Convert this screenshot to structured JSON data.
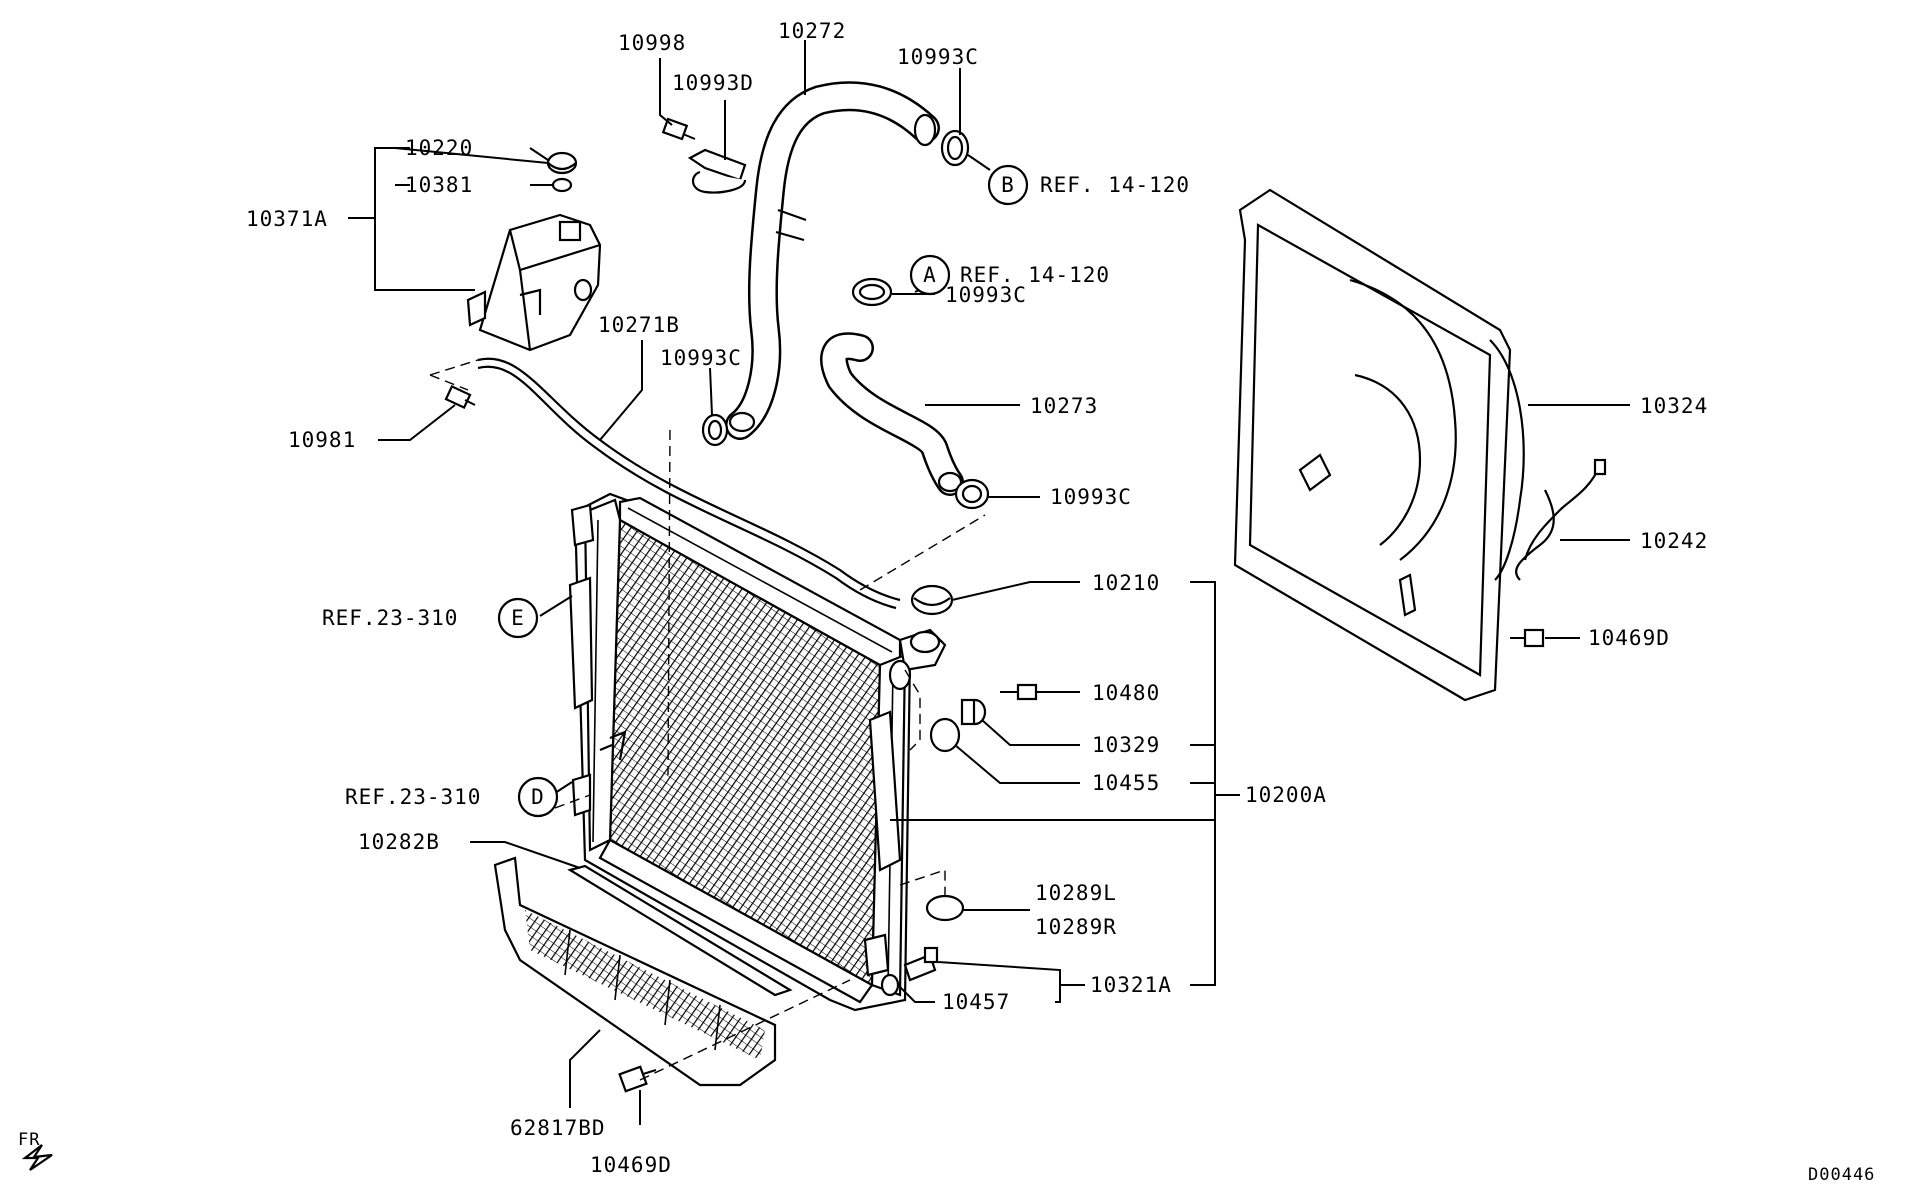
{
  "diagram": {
    "drawing_code": "D00446",
    "direction_label": "FR",
    "callouts": [
      {
        "id": "c1",
        "text": "10998"
      },
      {
        "id": "c2",
        "text": "10993D"
      },
      {
        "id": "c3",
        "text": "10272"
      },
      {
        "id": "c4",
        "text": "10993C"
      },
      {
        "id": "c5",
        "text": "10220"
      },
      {
        "id": "c6",
        "text": "10381"
      },
      {
        "id": "c7",
        "text": "10371A"
      },
      {
        "id": "c8",
        "text": "10271B"
      },
      {
        "id": "c9",
        "text": "10993C"
      },
      {
        "id": "c10",
        "text": "10981"
      },
      {
        "id": "c11",
        "text": "10993C"
      },
      {
        "id": "c12",
        "text": "10273"
      },
      {
        "id": "c13",
        "text": "10993C"
      },
      {
        "id": "c14",
        "text": "10324"
      },
      {
        "id": "c15",
        "text": "10242"
      },
      {
        "id": "c16",
        "text": "10469D"
      },
      {
        "id": "c17",
        "text": "10210"
      },
      {
        "id": "c18",
        "text": "10480"
      },
      {
        "id": "c19",
        "text": "10329"
      },
      {
        "id": "c20",
        "text": "10455"
      },
      {
        "id": "c21",
        "text": "10200A"
      },
      {
        "id": "c22",
        "text": "10282B"
      },
      {
        "id": "c23",
        "text": "10289L"
      },
      {
        "id": "c24",
        "text": "10289R"
      },
      {
        "id": "c25",
        "text": "10457"
      },
      {
        "id": "c26",
        "text": "10321A"
      },
      {
        "id": "c27",
        "text": "62817BD"
      },
      {
        "id": "c28",
        "text": "10469D"
      }
    ],
    "references": [
      {
        "id": "rB",
        "letter": "B",
        "text": "REF. 14-120"
      },
      {
        "id": "rA",
        "letter": "A",
        "text": "REF. 14-120"
      },
      {
        "id": "rE",
        "letter": "E",
        "text": "REF.23-310"
      },
      {
        "id": "rD",
        "letter": "D",
        "text": "REF.23-310"
      }
    ]
  }
}
